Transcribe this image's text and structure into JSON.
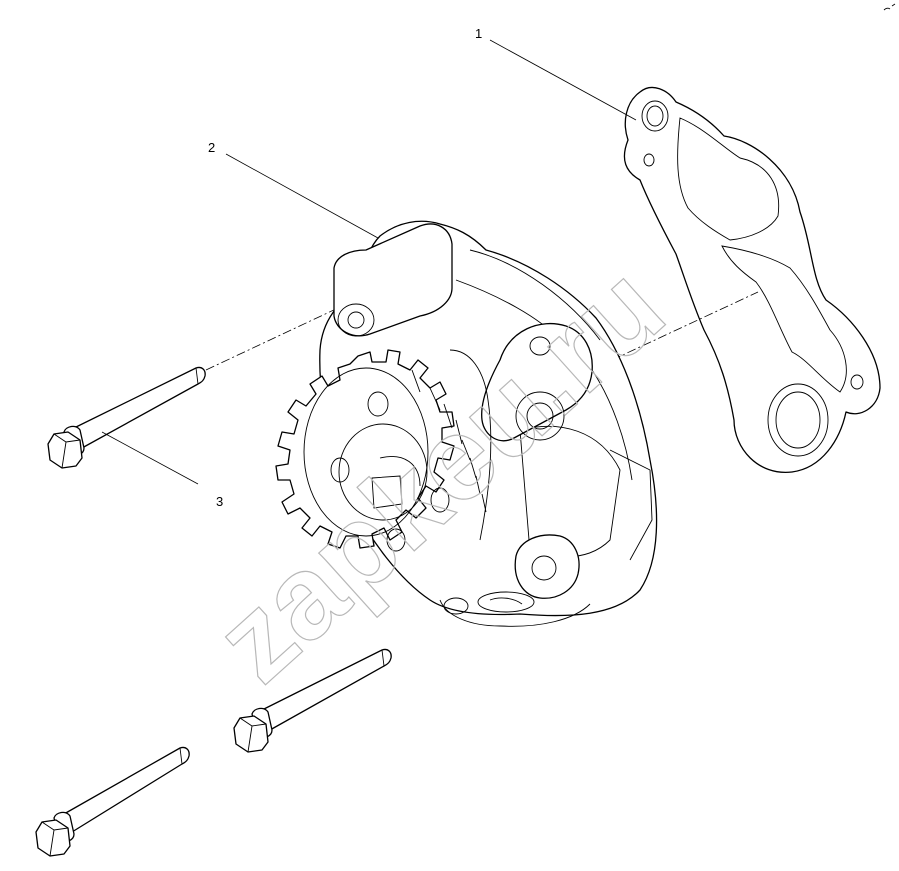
{
  "callouts": {
    "gasket": "1",
    "oil_pump": "2",
    "bolt": "3"
  },
  "watermark": "zapkeu.ru",
  "colors": {
    "line": "#000000",
    "watermark": "#b8b8b8",
    "background": "#ffffff"
  }
}
